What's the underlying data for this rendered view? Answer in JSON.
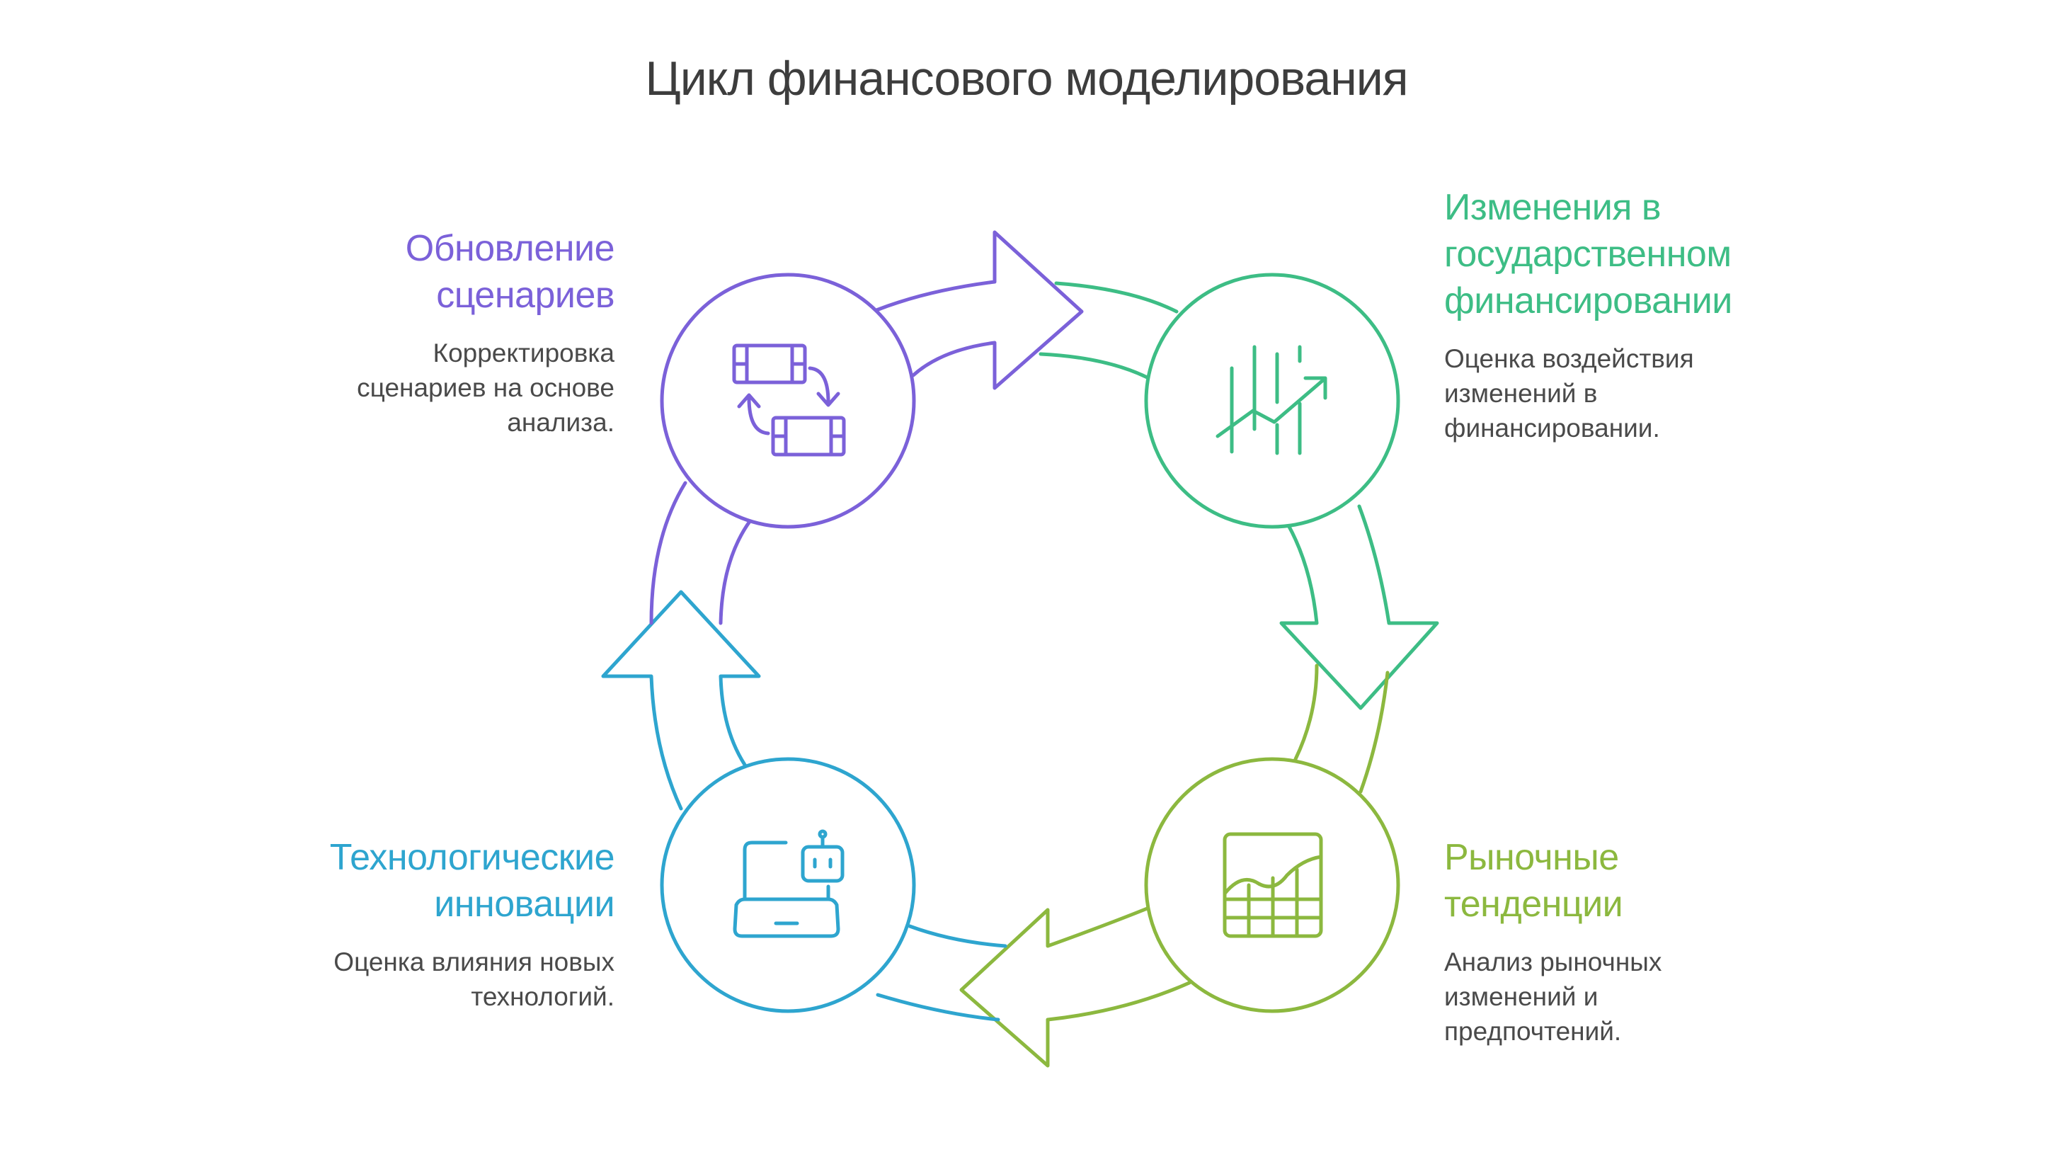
{
  "title": "Цикл финансового моделирования",
  "colors": {
    "purple": "#7b61d9",
    "green": "#3dbd85",
    "lime": "#8cb83f",
    "blue": "#2ea5cf",
    "title": "#3d3d3d",
    "text": "#4a4a4a"
  },
  "stages": [
    {
      "id": "scenarios",
      "title": "Обновление\nсценариев",
      "description": "Корректировка\nсценариев на основе\nанализа.",
      "icon": "scenario-swap-icon",
      "color": "#7b61d9"
    },
    {
      "id": "funding",
      "title": "Изменения в\nгосударственном\nфинансировании",
      "description": "Оценка воздействия\nизменений в\nфинансировании.",
      "icon": "trend-up-chart-icon",
      "color": "#3dbd85"
    },
    {
      "id": "market",
      "title": "Рыночные\nтенденции",
      "description": "Анализ рыночных\nизменений и\nпредпочтений.",
      "icon": "grid-line-chart-icon",
      "color": "#8cb83f"
    },
    {
      "id": "tech",
      "title": "Технологические\nинновации",
      "description": "Оценка влияния новых\nтехнологий.",
      "icon": "laptop-robot-icon",
      "color": "#2ea5cf"
    }
  ]
}
